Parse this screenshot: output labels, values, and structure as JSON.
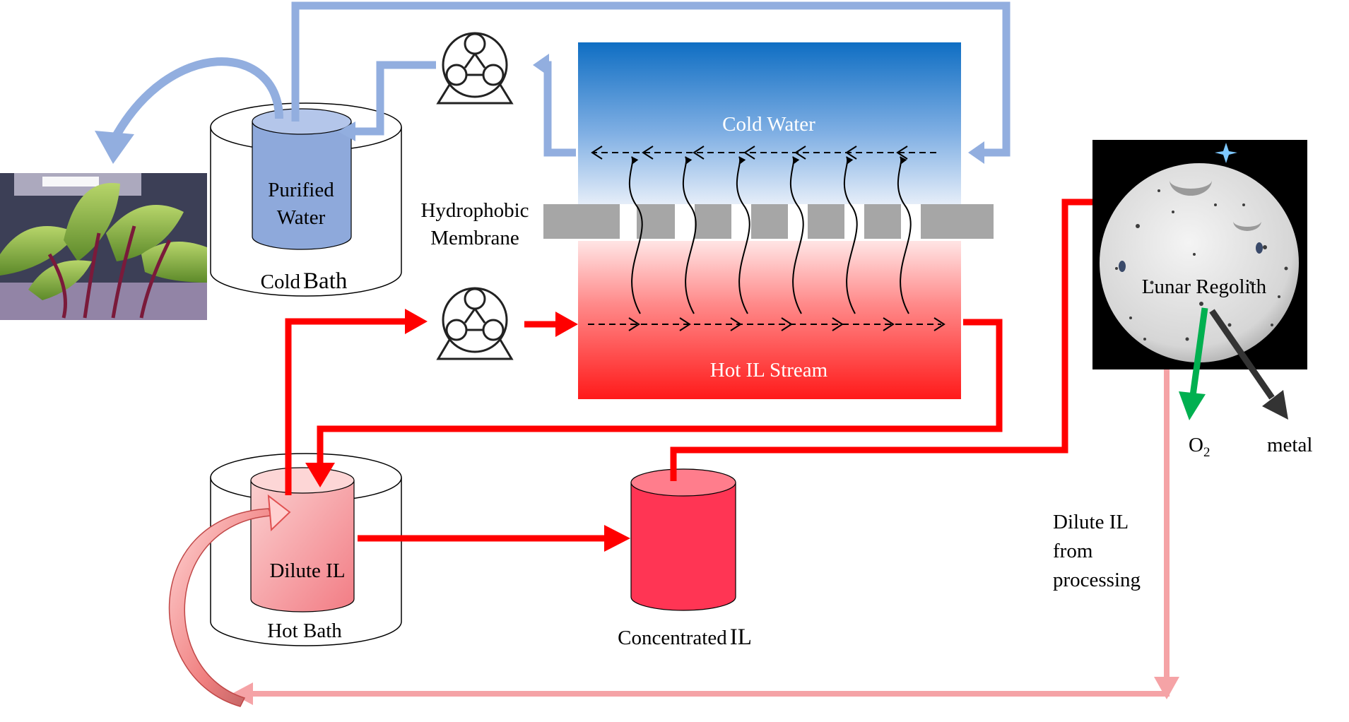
{
  "labels": {
    "purified_water_1": "Purified",
    "purified_water_2": "Water",
    "cold_bath_1": "Cold",
    "cold_bath_2": "Bath",
    "cold_water": "Cold Water",
    "hydrophobic_1": "Hydrophobic",
    "hydrophobic_2": "Membrane",
    "hot_il_stream": "Hot IL Stream",
    "dilute_il": "Dilute IL",
    "hot_bath": "Hot Bath",
    "concentrated_1": "Concentrated",
    "concentrated_2": "IL",
    "lunar_regolith": "Lunar Regolith",
    "o2": "O",
    "o2_sub": "2",
    "metal": "metal",
    "dilute_from_1": "Dilute IL",
    "dilute_from_2": "from",
    "dilute_from_3": "processing"
  },
  "colors": {
    "cold_line": "#92aedf",
    "hot_line": "#ff0000",
    "pale_line": "#f5a3a6",
    "cold_top": "#0f6ec3",
    "hot_bottom": "#ff1a1a",
    "membrane": "#a6a6a6",
    "purified_water": "#8ea9db",
    "concentrated_il": "#ff3554",
    "o2_arrow": "#00b050",
    "metal_arrow": "#333333"
  }
}
